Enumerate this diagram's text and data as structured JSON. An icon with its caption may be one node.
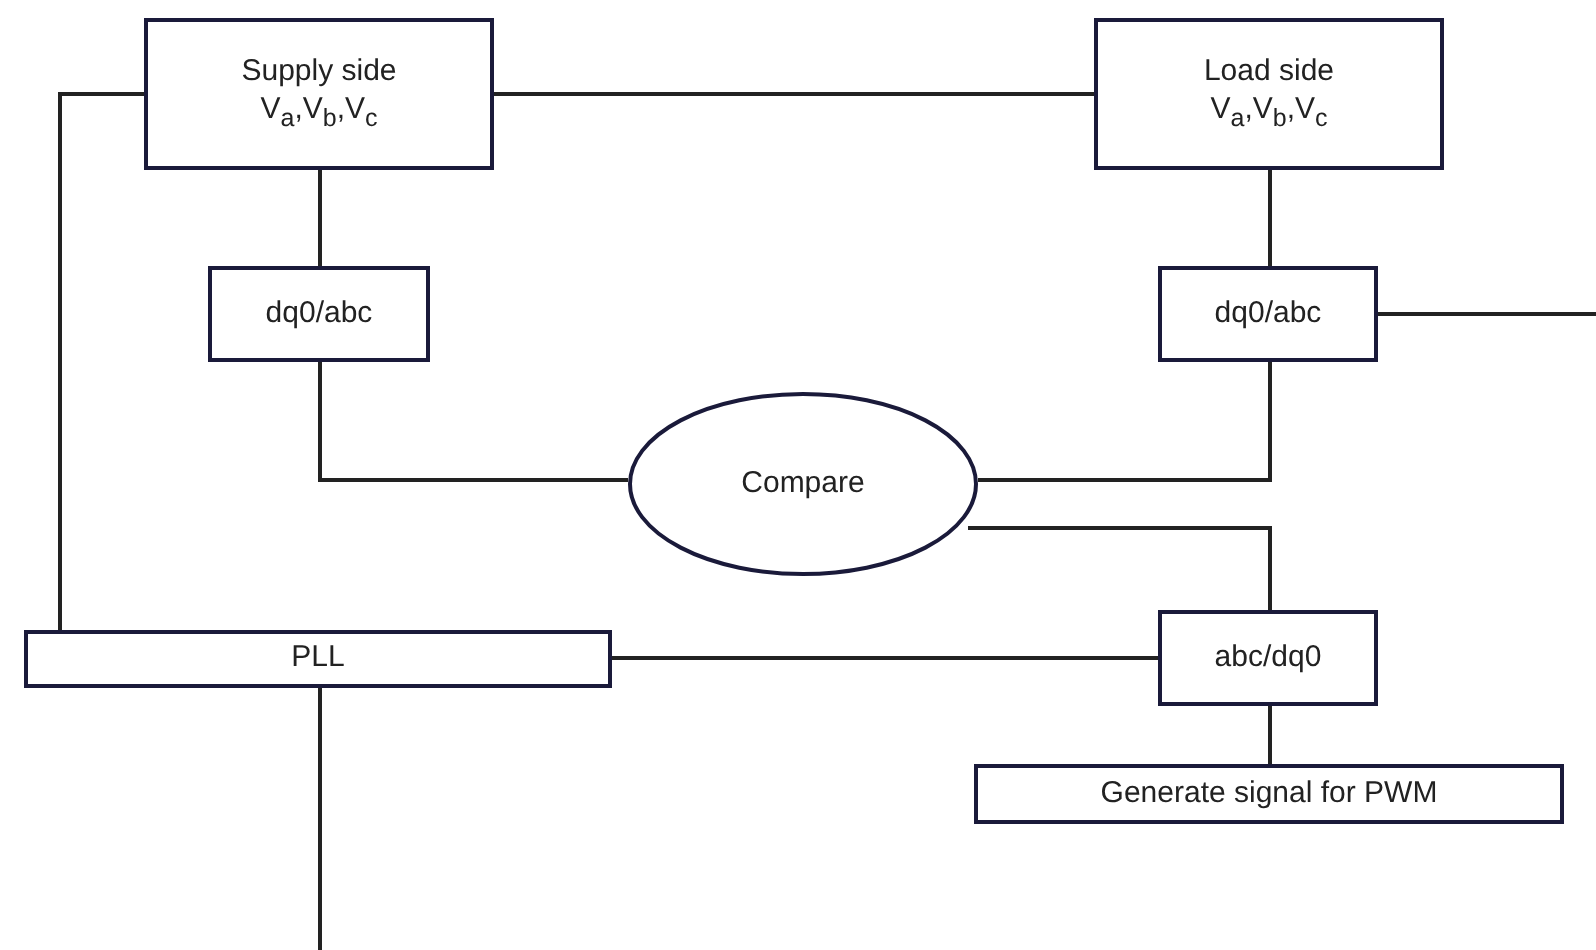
{
  "diagram": {
    "nodes": [
      {
        "text": [
          "Supply side",
          "V$_{a}$,V$_{b}$,V$_{c}$"
        ]
      },
      {
        "text": [
          "Load side",
          "V$_{a}$,V$_{b}$,V$_{c}$"
        ]
      },
      {
        "text": [
          "dq0/abc"
        ]
      },
      {
        "text": [
          "dq0/abc"
        ]
      },
      {
        "text": [
          "Compare"
        ]
      },
      {
        "text": [
          "PLL"
        ]
      },
      {
        "text": [
          "abc/dq0"
        ]
      },
      {
        "text": [
          "Generate signal for PWM"
        ]
      }
    ],
    "edges": [
      {
        "from": 0,
        "to": 1,
        "arrow": "none"
      },
      {
        "from": 0,
        "to": 2,
        "arrow": "none"
      },
      {
        "from": 1,
        "to": 3,
        "arrow": "none"
      },
      {
        "from": 2,
        "to": 4,
        "arrow": "none"
      },
      {
        "from": 3,
        "to": 4,
        "arrow": "none"
      },
      {
        "from": 4,
        "to": 6,
        "arrow": "none"
      },
      {
        "from": 5,
        "to": 6,
        "arrow": "none"
      },
      {
        "from": 6,
        "to": 7,
        "arrow": "none"
      },
      {
        "from": 0,
        "to": 5,
        "arrow": "none"
      },
      {
        "from": 3,
        "to": null,
        "arrow": "none"
      },
      {
        "from": 5,
        "to": null,
        "arrow": "none"
      }
    ]
  }
}
